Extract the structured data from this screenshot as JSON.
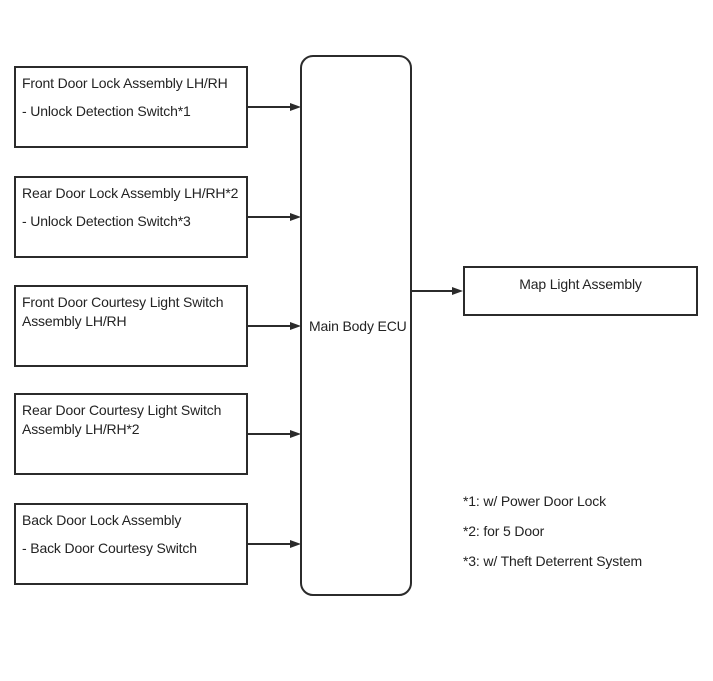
{
  "diagram": {
    "ecu": {
      "label": "Main Body ECU"
    },
    "inputs": [
      {
        "title": "Front Door Lock Assembly LH/RH",
        "item": "- Unlock Detection Switch*1"
      },
      {
        "title": "Rear Door Lock Assembly LH/RH*2",
        "item": "- Unlock Detection Switch*3"
      },
      {
        "title": "Front Door Courtesy Light Switch Assembly LH/RH",
        "item": ""
      },
      {
        "title": "Rear Door Courtesy Light Switch Assembly LH/RH*2",
        "item": ""
      },
      {
        "title": "Back Door Lock Assembly",
        "item": "- Back Door Courtesy Switch"
      }
    ],
    "output": {
      "label": "Map Light Assembly"
    },
    "footnotes": [
      "*1: w/ Power Door Lock",
      "*2: for 5 Door",
      "*3: w/ Theft Deterrent System"
    ],
    "colors": {
      "stroke": "#2b2b2b",
      "text": "#232323",
      "background": "#ffffff"
    }
  }
}
